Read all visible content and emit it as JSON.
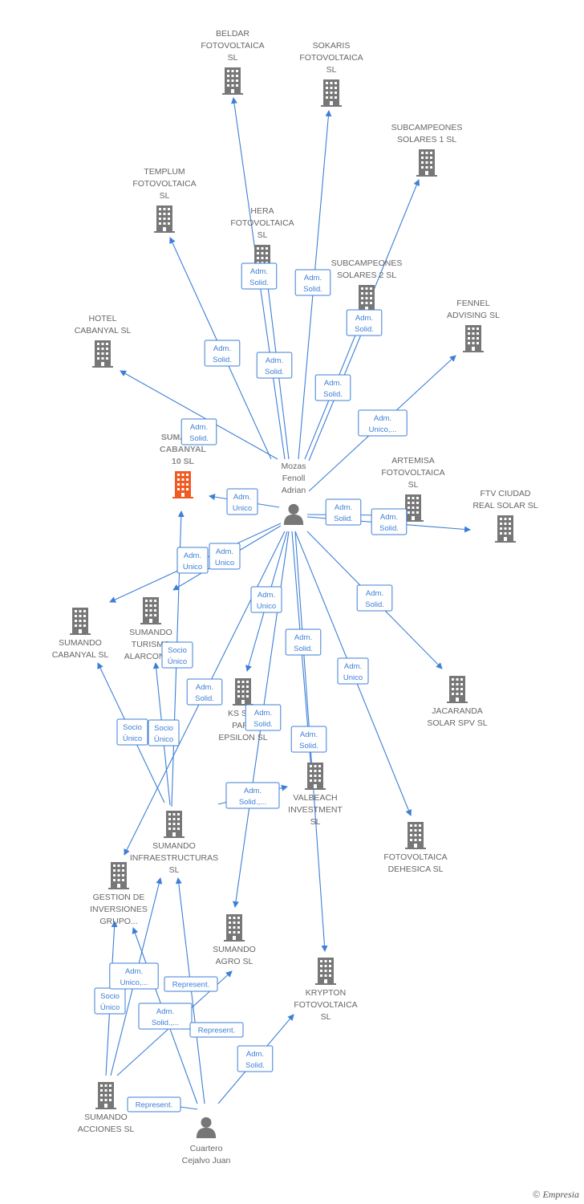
{
  "colors": {
    "edge": "#3d7fd6",
    "node": "#777777",
    "highlight": "#f05a23",
    "label": "#666666"
  },
  "nodes": [
    {
      "id": "beldar",
      "type": "company",
      "lines": [
        "BELDAR",
        "FOTOVOLTAICA",
        "SL"
      ]
    },
    {
      "id": "sokaris",
      "type": "company",
      "lines": [
        "SOKARIS",
        "FOTOVOLTAICA",
        "SL"
      ]
    },
    {
      "id": "subc1",
      "type": "company",
      "lines": [
        "SUBCAMPEONES",
        "SOLARES 1  SL"
      ]
    },
    {
      "id": "templum",
      "type": "company",
      "lines": [
        "TEMPLUM",
        "FOTOVOLTAICA",
        "SL"
      ]
    },
    {
      "id": "hera",
      "type": "company",
      "lines": [
        "HERA",
        "FOTOVOLTAICA",
        "SL"
      ]
    },
    {
      "id": "subc2",
      "type": "company",
      "lines": [
        "SUBCAMPEONES",
        "SOLARES 2  SL"
      ]
    },
    {
      "id": "fennel",
      "type": "company",
      "lines": [
        "FENNEL",
        "ADVISING  SL"
      ]
    },
    {
      "id": "hotel",
      "type": "company",
      "lines": [
        "HOTEL",
        "CABANYAL  SL"
      ]
    },
    {
      "id": "cabanyal10",
      "type": "company",
      "highlight": true,
      "lines": [
        "SUMANDO",
        "CABANYAL",
        "10  SL"
      ]
    },
    {
      "id": "mozas",
      "type": "person",
      "lines": [
        "Mozas",
        "Fenoll",
        "Adrian"
      ]
    },
    {
      "id": "artemisa",
      "type": "company",
      "lines": [
        "ARTEMISA",
        "FOTOVOLTAICA",
        "SL"
      ]
    },
    {
      "id": "ftv",
      "type": "company",
      "lines": [
        "FTV CIUDAD",
        "REAL SOLAR  SL"
      ]
    },
    {
      "id": "sumcab",
      "type": "company",
      "lines": [
        "SUMANDO",
        "CABANYAL  SL"
      ]
    },
    {
      "id": "turismo",
      "type": "company",
      "lines": [
        "SUMANDO",
        "TURISMO",
        "ALARCON  SL"
      ]
    },
    {
      "id": "jacaranda",
      "type": "company",
      "lines": [
        "JACARANDA",
        "SOLAR SPV  SL"
      ]
    },
    {
      "id": "ks",
      "type": "company",
      "lines": [
        "KS SPV",
        "PARK",
        "EPSILON  SL"
      ]
    },
    {
      "id": "valbeach",
      "type": "company",
      "lines": [
        "VALBEACH",
        "INVESTMENT",
        "SL"
      ]
    },
    {
      "id": "dehesica",
      "type": "company",
      "lines": [
        "FOTOVOLTAICA",
        "DEHESICA  SL"
      ]
    },
    {
      "id": "infra",
      "type": "company",
      "lines": [
        "SUMANDO",
        "INFRAESTRUCTURAS",
        "SL"
      ]
    },
    {
      "id": "gestion",
      "type": "company",
      "lines": [
        "GESTION DE",
        "INVERSIONES",
        "GRUPO..."
      ]
    },
    {
      "id": "agro",
      "type": "company",
      "lines": [
        "SUMANDO",
        "AGRO  SL"
      ]
    },
    {
      "id": "krypton",
      "type": "company",
      "lines": [
        "KRYPTON",
        "FOTOVOLTAICA",
        "SL"
      ]
    },
    {
      "id": "acciones",
      "type": "company",
      "lines": [
        "SUMANDO",
        "ACCIONES  SL"
      ]
    },
    {
      "id": "cuartero",
      "type": "person",
      "lines": [
        "Cuartero",
        "Cejalvo Juan"
      ]
    }
  ],
  "edges": [
    {
      "from": "mozas",
      "to": "beldar",
      "lines": [
        "Adm.",
        "Solid."
      ]
    },
    {
      "from": "mozas",
      "to": "sokaris",
      "lines": [
        "Adm.",
        "Solid."
      ]
    },
    {
      "from": "mozas",
      "to": "subc1",
      "lines": [
        "Adm.",
        "Solid."
      ]
    },
    {
      "from": "mozas",
      "to": "templum",
      "lines": [
        "Adm.",
        "Solid."
      ]
    },
    {
      "from": "mozas",
      "to": "hera",
      "lines": [
        "Adm.",
        "Solid."
      ]
    },
    {
      "from": "mozas",
      "to": "subc2",
      "lines": [
        "Adm.",
        "Solid."
      ]
    },
    {
      "from": "mozas",
      "to": "fennel",
      "lines": [
        "Adm.",
        "Unico,..."
      ]
    },
    {
      "from": "mozas",
      "to": "hotel",
      "lines": [
        "Adm.",
        "Solid."
      ]
    },
    {
      "from": "mozas",
      "to": "cabanyal10",
      "lines": [
        "Adm.",
        "Unico"
      ]
    },
    {
      "from": "mozas",
      "to": "artemisa",
      "lines": [
        "Adm.",
        "Solid."
      ]
    },
    {
      "from": "mozas",
      "to": "ftv",
      "lines": [
        "Adm.",
        "Solid."
      ]
    },
    {
      "from": "mozas",
      "to": "sumcab",
      "lines": [
        "Adm.",
        "Unico"
      ]
    },
    {
      "from": "mozas",
      "to": "turismo",
      "lines": [
        "Adm.",
        "Unico"
      ]
    },
    {
      "from": "mozas",
      "to": "jacaranda",
      "lines": [
        "Adm.",
        "Solid."
      ]
    },
    {
      "from": "mozas",
      "to": "ks",
      "lines": [
        "Adm.",
        "Unico"
      ]
    },
    {
      "from": "mozas",
      "to": "valbeach",
      "lines": [
        "Adm.",
        "Solid."
      ]
    },
    {
      "from": "mozas",
      "to": "dehesica",
      "lines": [
        "Adm.",
        "Unico"
      ]
    },
    {
      "from": "mozas",
      "to": "gestion",
      "lines": [
        "Adm.",
        "Solid."
      ]
    },
    {
      "from": "mozas",
      "to": "agro",
      "lines": [
        "Adm.",
        "Solid."
      ]
    },
    {
      "from": "mozas",
      "to": "krypton",
      "lines": [
        "Adm.",
        "Solid."
      ]
    },
    {
      "from": "infra",
      "to": "cabanyal10",
      "lines": [
        "Socio",
        "Único"
      ]
    },
    {
      "from": "infra",
      "to": "sumcab",
      "lines": [
        "Socio",
        "Único"
      ]
    },
    {
      "from": "infra",
      "to": "turismo",
      "lines": [
        "Socio",
        "Único"
      ]
    },
    {
      "from": "infra",
      "to": "valbeach",
      "lines": [
        "Adm.",
        "Solid.,..."
      ]
    },
    {
      "from": "acciones",
      "to": "gestion",
      "lines": [
        "Socio",
        "Único"
      ]
    },
    {
      "from": "acciones",
      "to": "infra",
      "lines": [
        "Adm.",
        "Unico,..."
      ]
    },
    {
      "from": "acciones",
      "to": "agro",
      "lines": [
        "Adm.",
        "Solid.,..."
      ]
    },
    {
      "from": "cuartero",
      "to": "gestion",
      "lines": [
        "Represent."
      ]
    },
    {
      "from": "cuartero",
      "to": "infra",
      "lines": [
        "Represent."
      ]
    },
    {
      "from": "cuartero",
      "to": "acciones",
      "lines": [
        "Represent."
      ]
    },
    {
      "from": "cuartero",
      "to": "krypton",
      "lines": [
        "Adm.",
        "Solid."
      ]
    }
  ],
  "footer": {
    "copyright": "©",
    "brand": "Empresia"
  }
}
